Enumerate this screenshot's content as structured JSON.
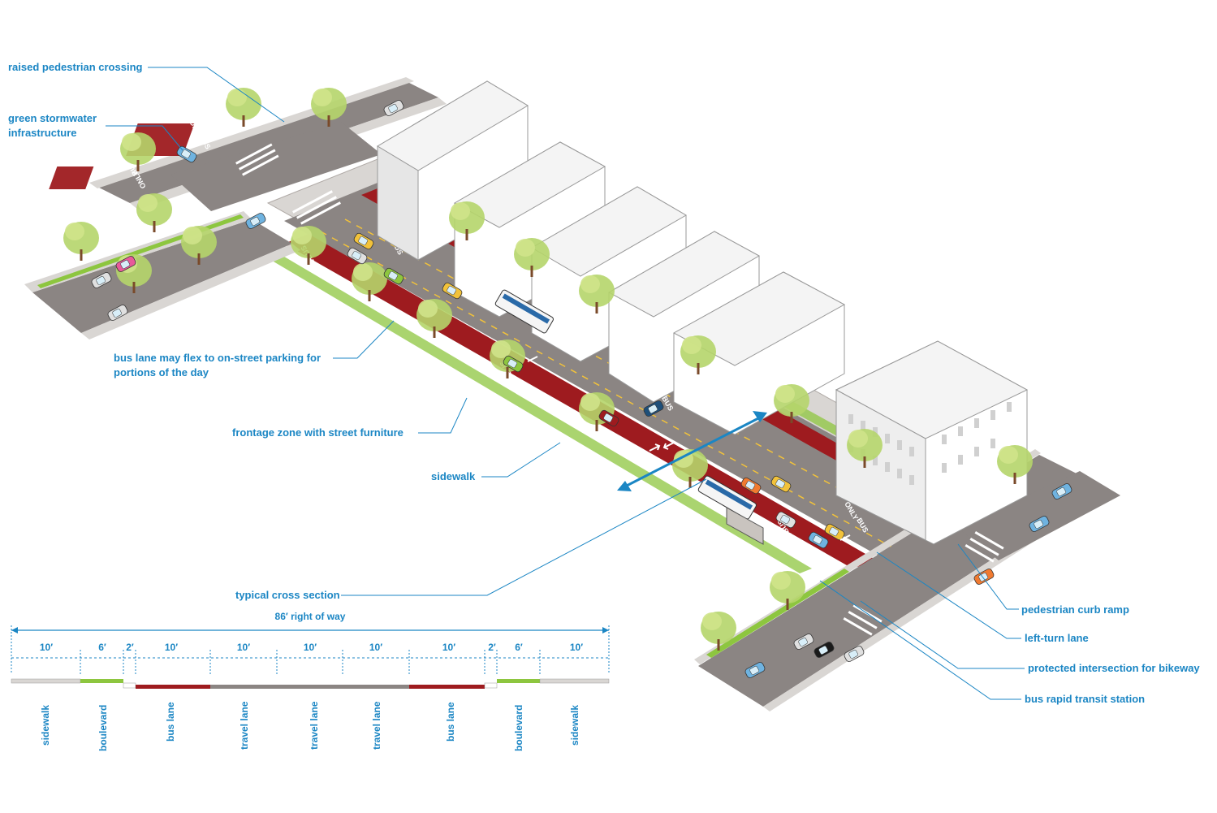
{
  "callouts": {
    "raised_crossing": "raised pedestrian crossing",
    "green_stormwater_1": "green stormwater",
    "green_stormwater_2": "infrastructure",
    "bus_flex_1": "bus lane may flex to on-street parking for",
    "bus_flex_2": "portions of the day",
    "frontage_zone": "frontage zone with street furniture",
    "sidewalk": "sidewalk",
    "typical_cross_section": "typical cross section",
    "curb_ramp": "pedestrian curb ramp",
    "left_turn": "left-turn lane",
    "protected_intersection": "protected intersection for bikeway",
    "brt_station": "bus rapid transit station"
  },
  "road_markings": {
    "only": "ONLY",
    "bus": "BUS"
  },
  "cross_section": {
    "right_of_way": "86′ right of way",
    "widths": [
      "10′",
      "6′",
      "2′",
      "10′",
      "10′",
      "10′",
      "10′",
      "10′",
      "2′",
      "6′",
      "10′"
    ],
    "zones": [
      "sidewalk",
      "boulevard",
      "bus lane",
      "travel lane",
      "travel lane",
      "travel lane",
      "bus lane",
      "boulevard",
      "sidewalk"
    ]
  },
  "colors": {
    "accent": "#1b86c4",
    "bus_lane": "#9e1b1f",
    "road": "#8b8583",
    "sidewalk": "#d9d6d3",
    "planting": "#8dc63f",
    "tree": "#b5d56a"
  }
}
